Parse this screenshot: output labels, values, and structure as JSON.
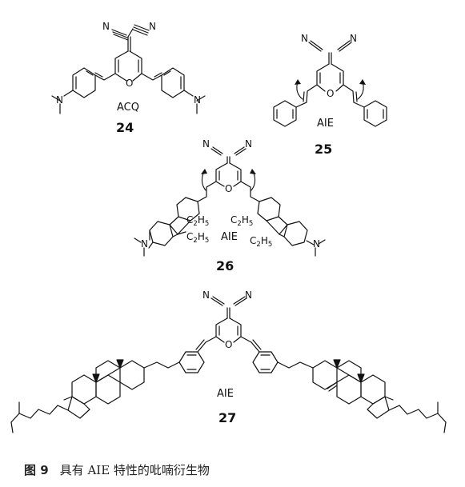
{
  "compounds": [
    {
      "number": "24",
      "tag": "ACQ"
    },
    {
      "number": "25",
      "tag": "AIE"
    },
    {
      "number": "26",
      "tag": "AIE"
    },
    {
      "number": "27",
      "tag": "AIE"
    }
  ],
  "atoms": {
    "nitrile_n": "N",
    "ring_o": "O",
    "amine_n": "N",
    "ethyl_c": "C",
    "ethyl_c_sub": "2",
    "ethyl_h": "H",
    "ethyl_h_sub": "5"
  },
  "caption": {
    "label": "图 9",
    "text": "具有 AIE 特性的吡喃衍生物"
  }
}
